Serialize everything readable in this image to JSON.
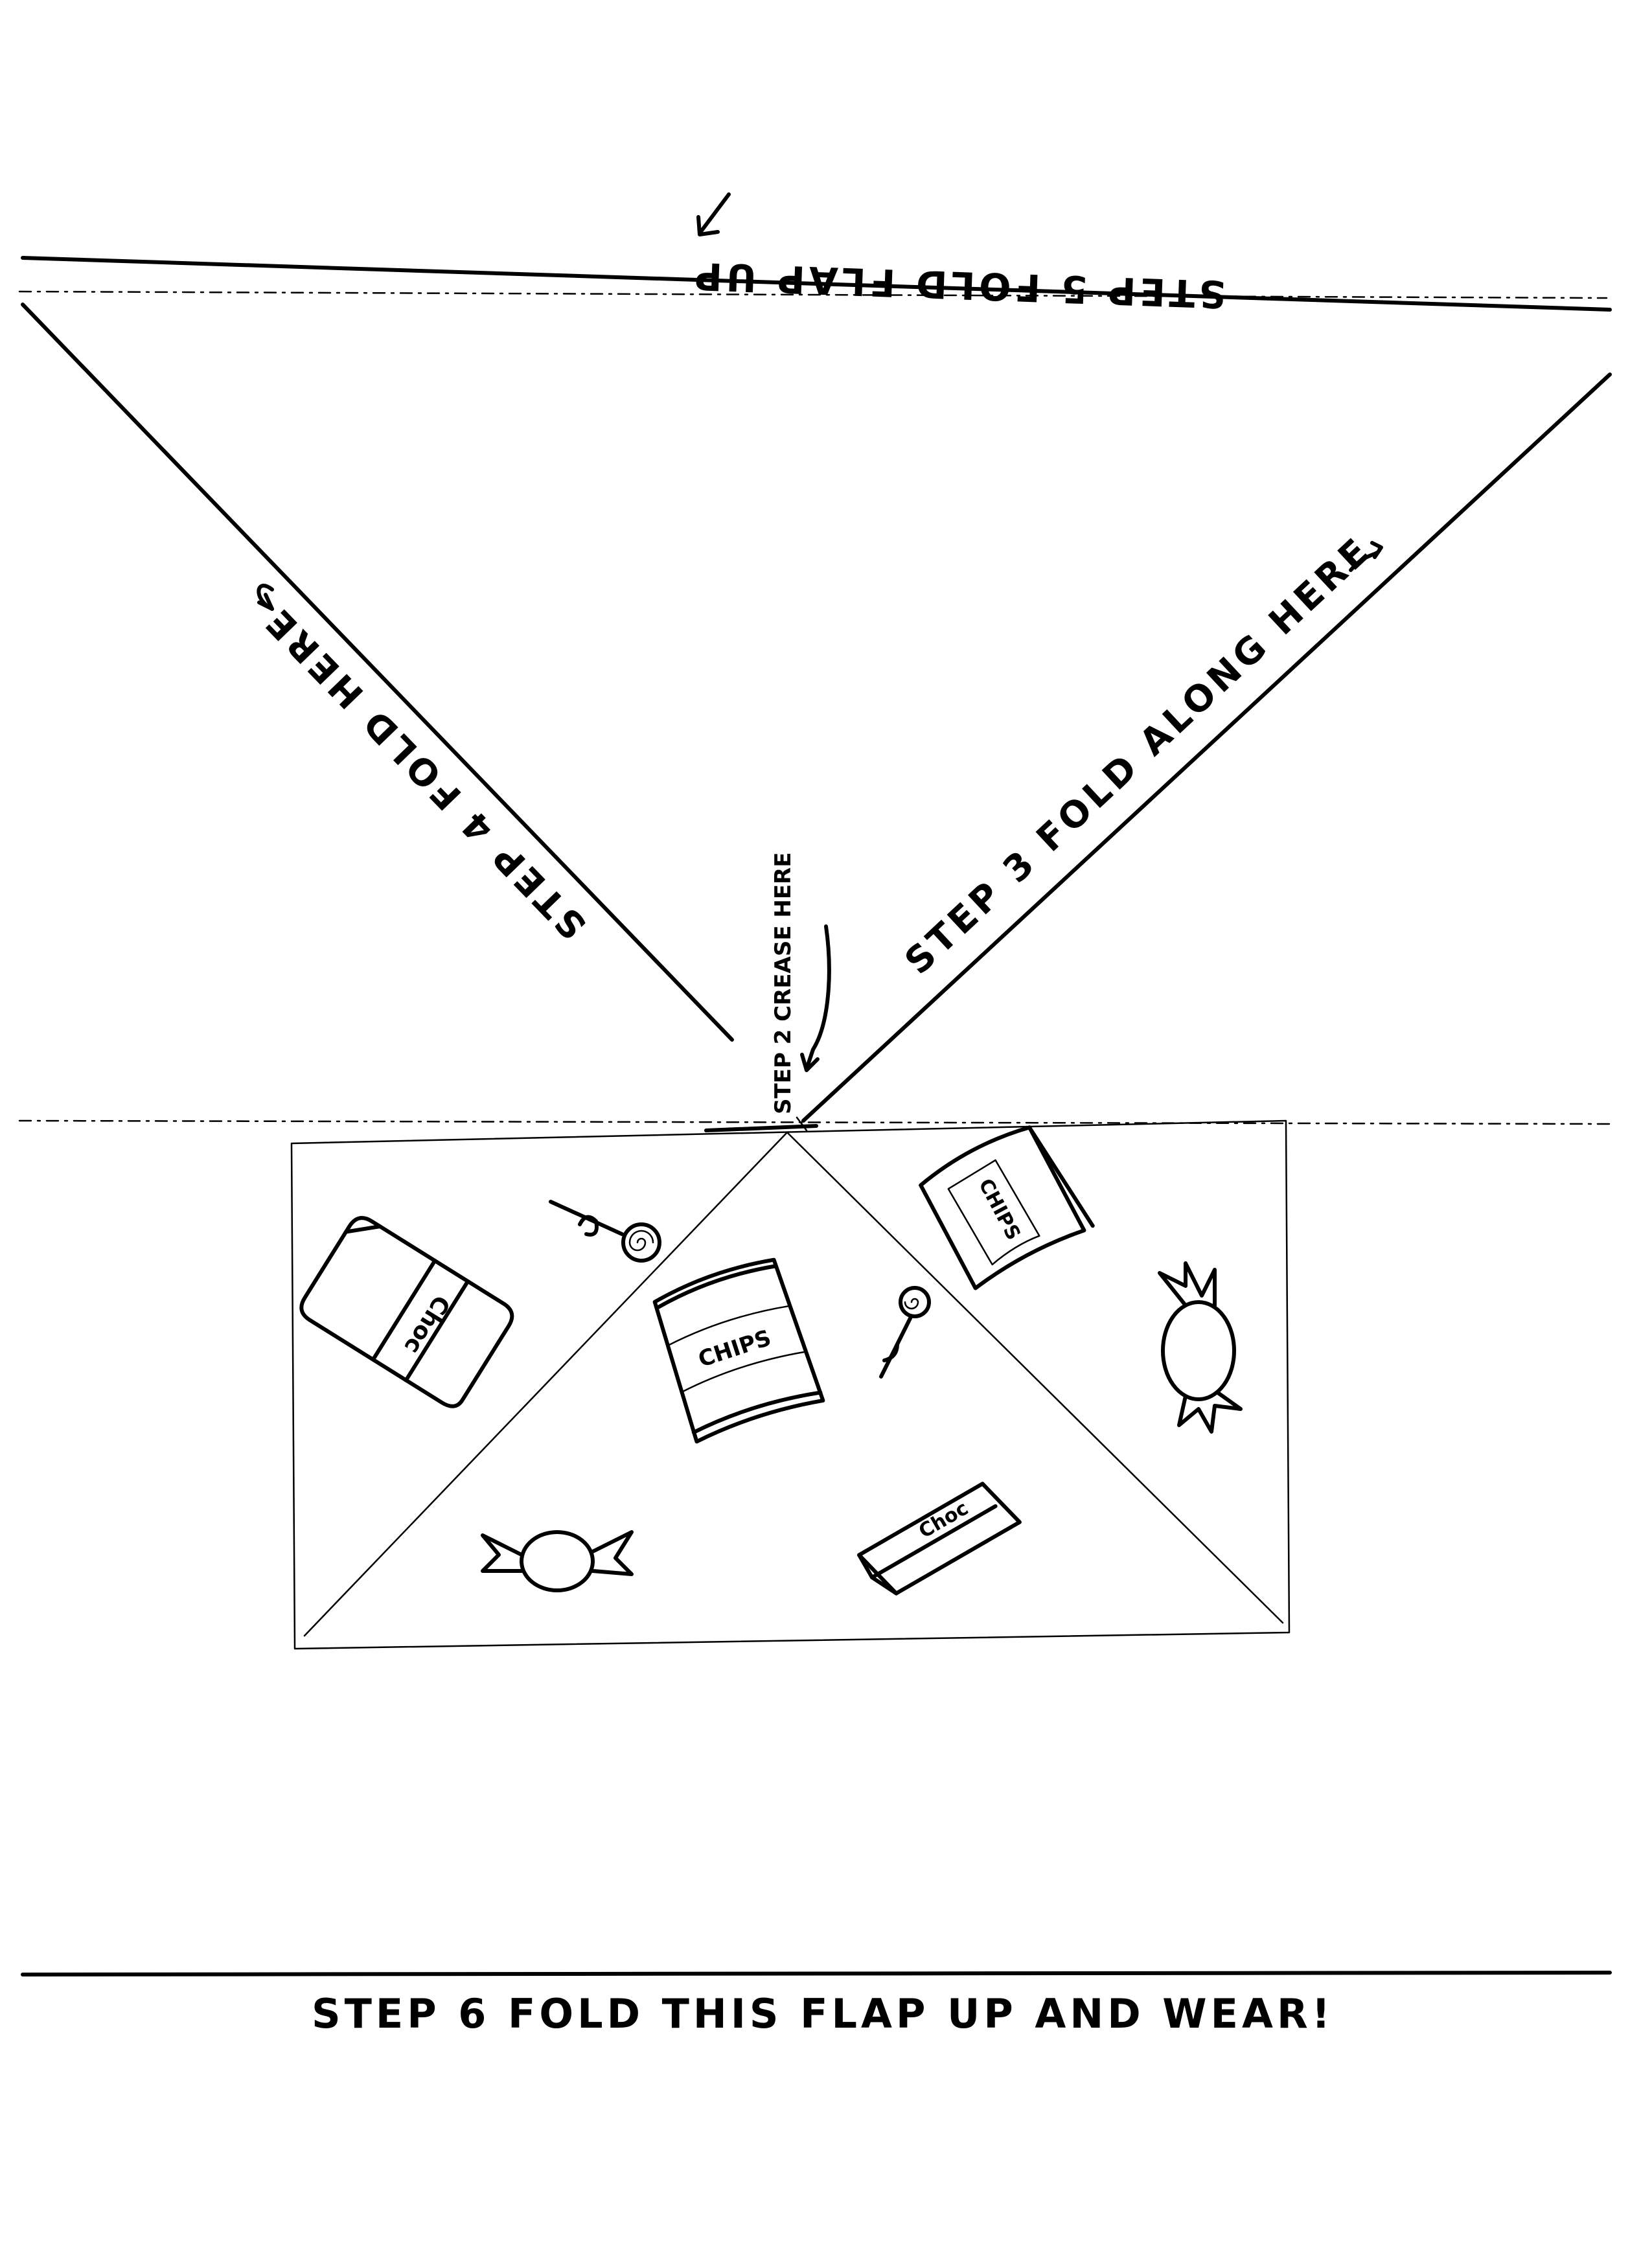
{
  "instructions": {
    "step2": "STEP 2 CREASE HERE",
    "step3": "STEP 3 FOLD ALONG HERE",
    "step4": "STEP 4 FOLD HERE",
    "step5": "STEP 5 FOLD FLAP UP",
    "step6": "STEP 6 FOLD THIS FLAP UP AND WEAR!"
  },
  "snack_labels": {
    "chips": "CHIPS",
    "choc": "Choc"
  }
}
